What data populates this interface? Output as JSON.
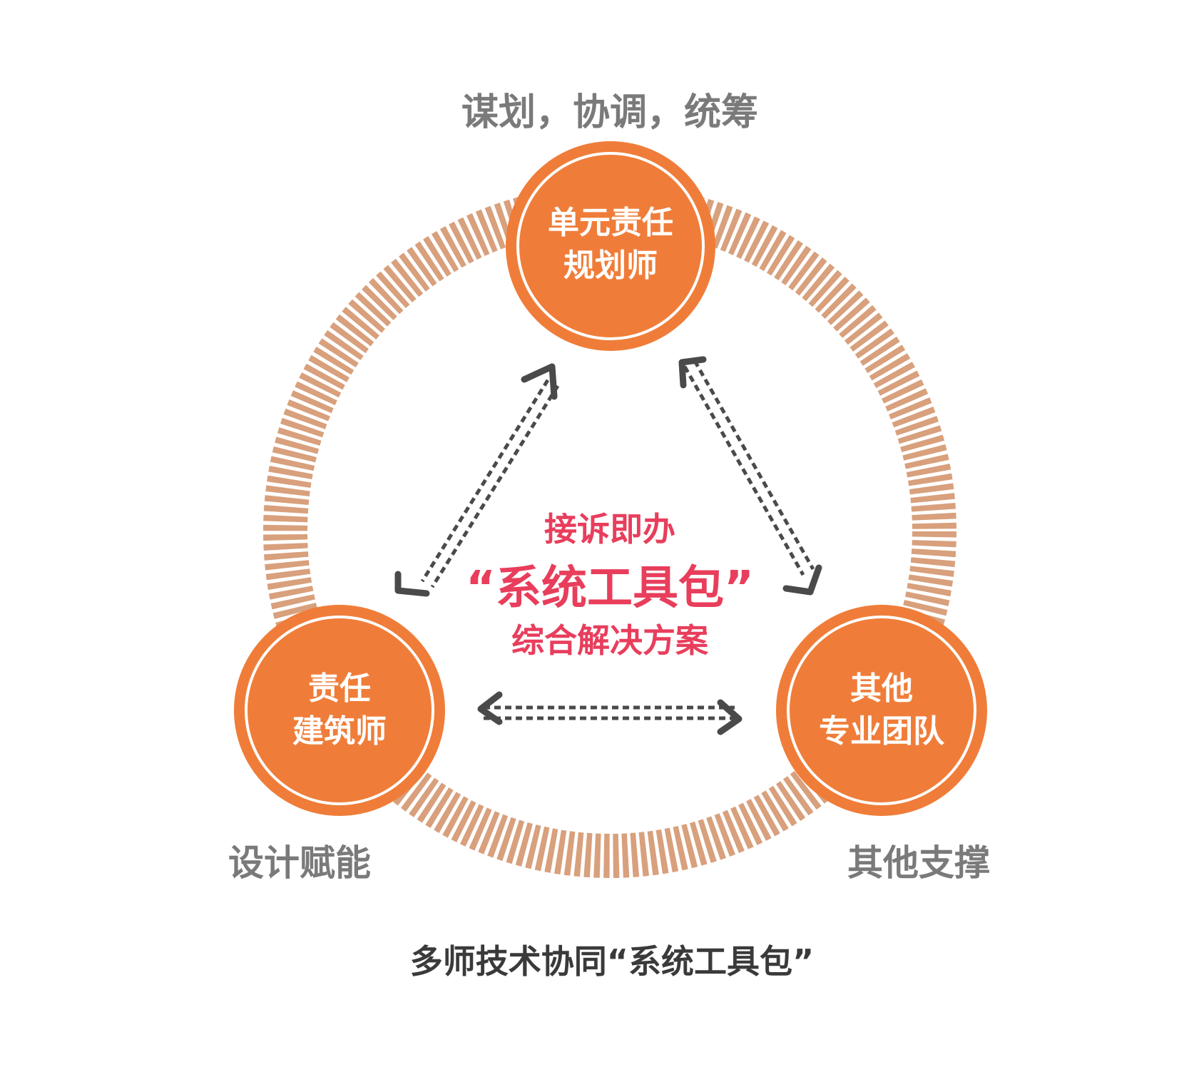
{
  "diagram": {
    "title": "多师技术协同“系统工具包”",
    "top_label": "谋划，协调，统筹",
    "left_label": "设计赋能",
    "right_label": "其他支撑",
    "center": {
      "line1": "接诉即办",
      "line2": "“系统工具包”",
      "line3": "综合解决方案"
    },
    "nodes": {
      "top": {
        "line1": "单元责任",
        "line2": "规划师"
      },
      "left": {
        "line1": "责任",
        "line2": "建筑师"
      },
      "right": {
        "line1": "其他",
        "line2": "专业团队"
      }
    },
    "colors": {
      "node_fill": "#ef7d39",
      "node_inner_ring": "#ffffff",
      "ring": "#d8a07c",
      "arrow": "#4a4a4a",
      "center_text": "#e83e5c",
      "side_label": "#7a7a7a",
      "caption": "#3a3a3a"
    }
  }
}
